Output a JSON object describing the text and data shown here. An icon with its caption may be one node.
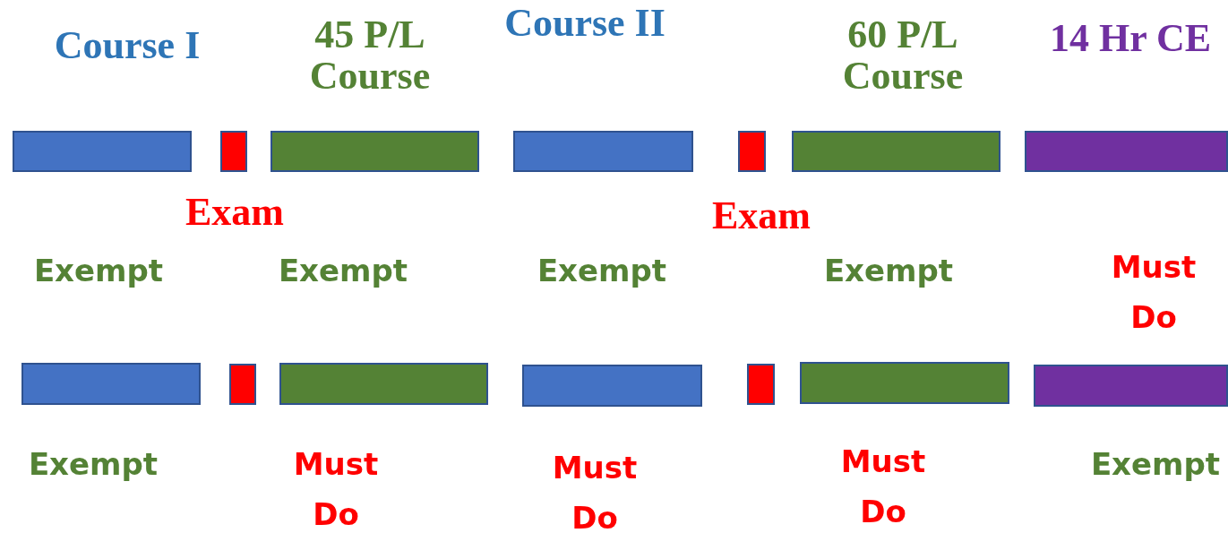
{
  "diagram": {
    "nodes": [
      {
        "text": [
          "Course I"
        ]
      },
      {
        "text": [
          "Exam"
        ]
      },
      {
        "text": [
          "45 P/L Course"
        ]
      },
      {
        "text": [
          "Course II"
        ]
      },
      {
        "text": [
          "Exam"
        ]
      },
      {
        "text": [
          "60 P/L Course"
        ]
      },
      {
        "text": [
          "14 Hr CE"
        ]
      },
      {
        "text": [],
        "shape": "bar"
      },
      {
        "text": [],
        "shape": "bar"
      },
      {
        "text": [],
        "shape": "bar"
      },
      {
        "text": [],
        "shape": "bar"
      },
      {
        "text": [],
        "shape": "bar"
      },
      {
        "text": [],
        "shape": "bar"
      },
      {
        "text": [],
        "shape": "bar"
      }
    ],
    "edges": [],
    "labels": [
      "Exempt",
      "Exempt",
      "Exempt",
      "Exempt",
      "Must Do",
      "Exempt",
      "Must Do",
      "Must Do",
      "Must Do",
      "Exempt"
    ]
  }
}
